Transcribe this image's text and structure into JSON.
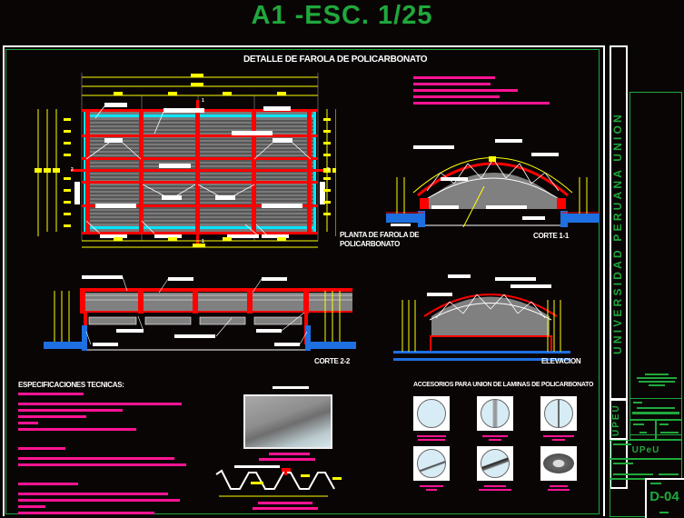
{
  "sheet": {
    "title": "A1 -ESC. 1/25",
    "main_heading": "DETALLE DE FAROLA DE POLICARBONATO"
  },
  "views": {
    "plan": {
      "label_line1": "PLANTA DE FAROLA DE",
      "label_line2": "POLICARBONATO",
      "section_marks": [
        "1",
        "1",
        "2",
        "2"
      ]
    },
    "section_1": {
      "label": "CORTE 1-1"
    },
    "section_2": {
      "label": "CORTE 2-2"
    },
    "elevation": {
      "label": "ELEVACION"
    }
  },
  "specs": {
    "heading": "ESPECIFICACIONES TECNICAS:"
  },
  "accessories": {
    "heading": "ACCESORIOS PARA UNION DE LAMINAS DE POLICARBONATO",
    "items": [
      {
        "icon": "connector-icon"
      },
      {
        "icon": "bracket-icon"
      },
      {
        "icon": "screw-icon"
      },
      {
        "icon": "profile-icon"
      },
      {
        "icon": "spacer-icon"
      },
      {
        "icon": "tape-roll-icon"
      }
    ]
  },
  "title_block": {
    "university_vertical": "UNIVERSIDAD PERUANA UNION",
    "upeu_vertical": "UPEU",
    "logo_text": "UPeU",
    "sheet_number": "D-04"
  },
  "colors": {
    "background": "#0a0505",
    "frame_green": "#1fa83c",
    "structure_red": "#ff0000",
    "dimension_yellow": "#ffff00",
    "annotation_magenta": "#ff1493",
    "glazing_cyan": "#00e5ff",
    "concrete_blue": "#1e6fe0",
    "panel_gray": "#808080"
  }
}
